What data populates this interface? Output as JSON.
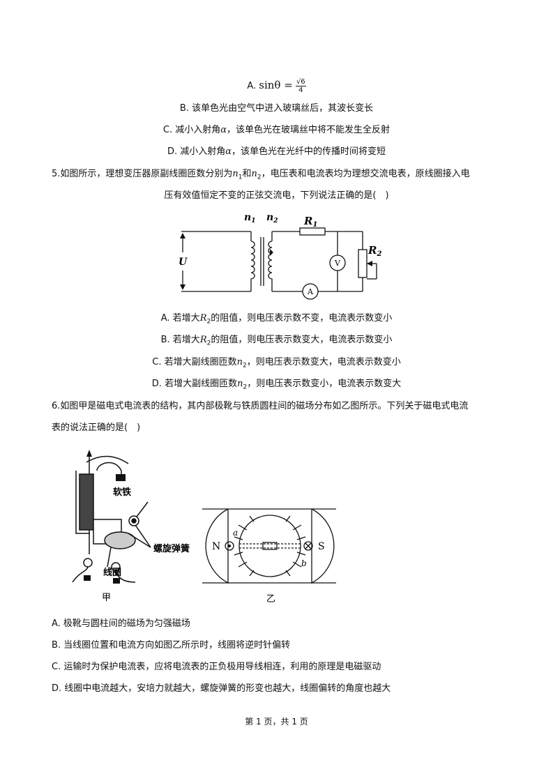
{
  "q4": {
    "optA_prefix": "A. ",
    "optA_formula": "sinθ =",
    "optA_num": "√6",
    "optA_den": "4",
    "optB": "B. 该单色光由空气中进入玻璃丝后，其波长变长",
    "optC_a": "C. 减小入射角",
    "optC_var": "α",
    "optC_b": "，该单色光在玻璃丝中将不能发生全反射",
    "optD_a": "D. 减小入射角",
    "optD_var": "α",
    "optD_b": "，该单色光在光纤中的传播时间将变短"
  },
  "q5": {
    "stem1_a": "5.如图所示，理想变压器原副线圈匝数分别为",
    "n1": "n",
    "n1_sub": "1",
    "and": "和",
    "n2": "n",
    "n2_sub": "2",
    "stem1_b": "，电压表和电流表均为理想交流电表，原线圈接入电",
    "stem2": "压有效值恒定不变的正弦交流电，下列说法正确的是(　)",
    "fig": {
      "label_n1": "n",
      "label_n1_sub": "1",
      "label_n2": "n",
      "label_n2_sub": "2",
      "label_R1": "R",
      "label_R1_sub": "1",
      "label_R2": "R",
      "label_R2_sub": "2",
      "label_U": "U",
      "label_V": "V",
      "label_A": "A"
    },
    "optA_a": "A. 若增大",
    "optA_var": "R",
    "optA_sub": "2",
    "optA_b": "的阻值，则电压表示数不变，电流表示数变小",
    "optB_a": "B. 若增大",
    "optB_var": "R",
    "optB_sub": "2",
    "optB_b": "的阻值，则电压表示数变大，电流表示数变小",
    "optC_a": "C. 若增大副线圈匝数",
    "optC_var": "n",
    "optC_sub": "2",
    "optC_b": "，则电压表示数变大，电流表示数变小",
    "optD_a": "D. 若增大副线圈匝数",
    "optD_var": "n",
    "optD_sub": "2",
    "optD_b": "，则电压表示数变小，电流表示数变大"
  },
  "q6": {
    "stem1": "6.如图甲是磁电式电流表的结构，其内部极靴与铁质圆柱间的磁场分布如乙图所示。下列关于磁电式电流",
    "stem2": "表的说法正确的是(　)",
    "fig_left": {
      "label_soft_iron": "软铁",
      "label_spring": "螺旋弹簧",
      "label_coil": "线圈",
      "caption": "甲"
    },
    "fig_right": {
      "label_N": "N",
      "label_S": "S",
      "label_a": "a",
      "label_b": "b",
      "caption": "乙"
    },
    "optA": "A. 极靴与圆柱间的磁场为匀强磁场",
    "optB": "B. 当线圈位置和电流方向如图乙所示时，线圈将逆时针偏转",
    "optC": "C. 运输时为保护电流表，应将电流表的正负极用导线相连，利用的原理是电磁驱动",
    "optD": "D. 线圈中电流越大，安培力就越大，螺旋弹簧的形变也越大，线圈偏转的角度也越大"
  },
  "footer": "第 1 页，共 1 页"
}
